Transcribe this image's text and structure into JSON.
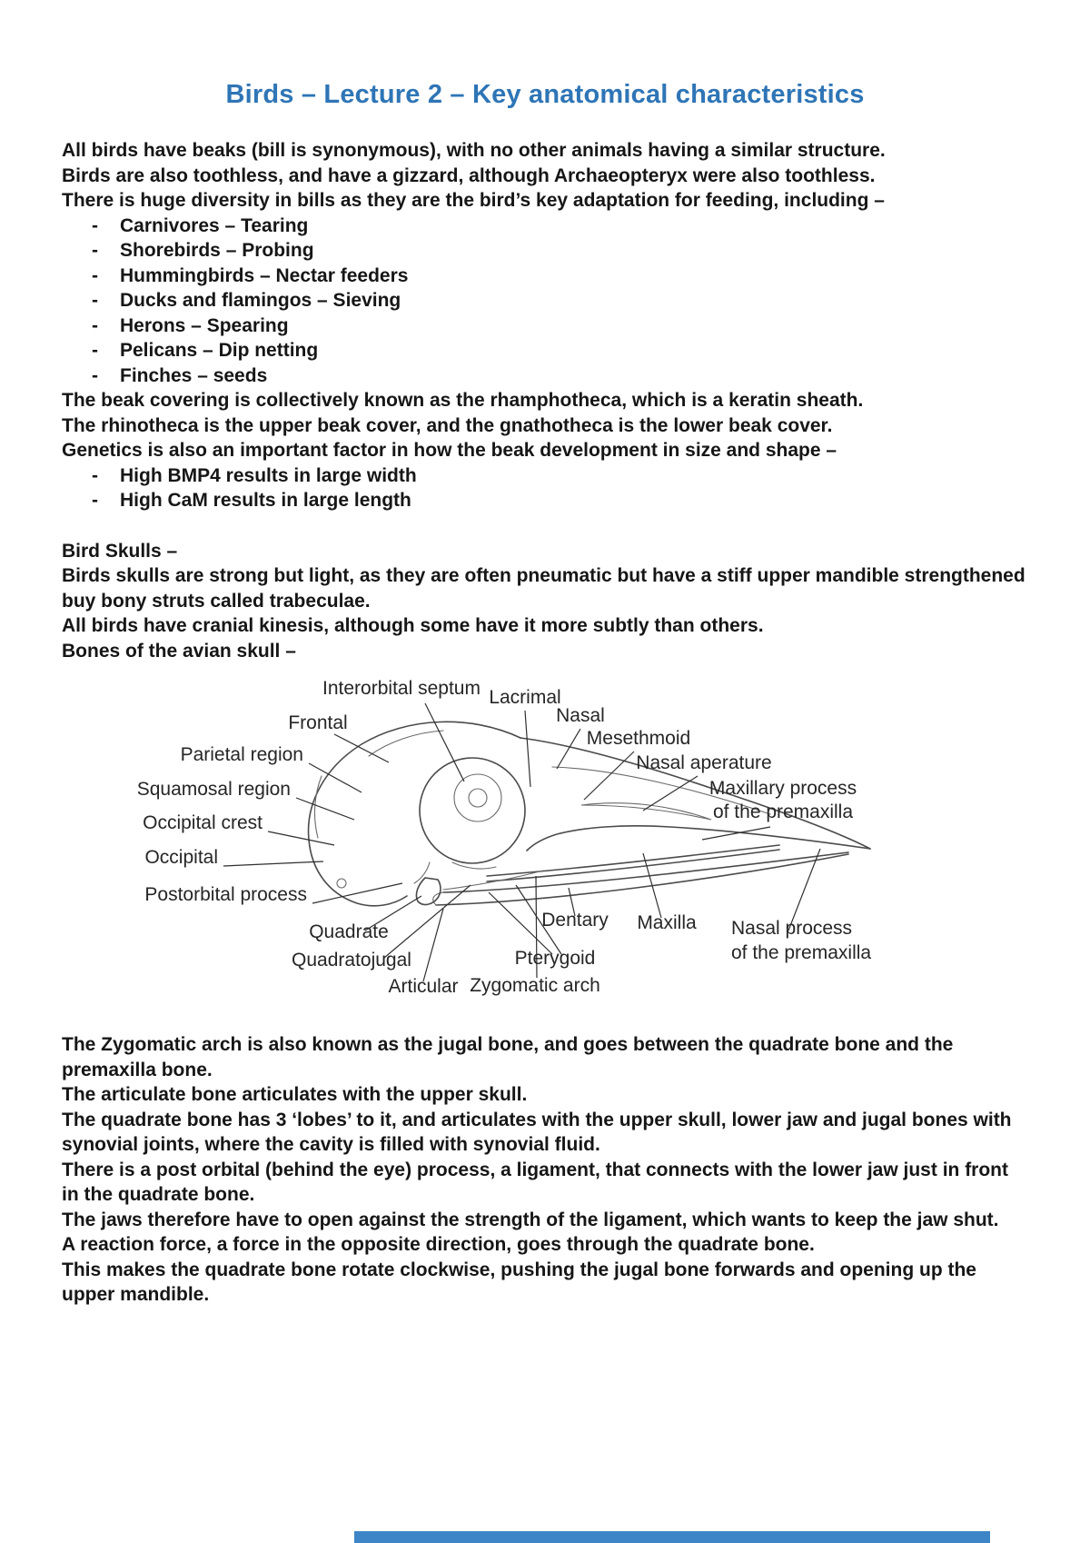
{
  "title": "Birds – Lecture 2 – Key anatomical characteristics",
  "colors": {
    "title_blue": "#2E75B6",
    "footer_bar_blue": "#3D85C6",
    "body_text": "#161616"
  },
  "intro": {
    "p1": "All birds have beaks (bill is synonymous), with no other animals having a similar structure.",
    "p2": "Birds are also toothless, and have a gizzard, although Archaeopteryx were also toothless.",
    "p3": "There is huge diversity in bills as they are the bird’s key adaptation for feeding, including –"
  },
  "bill_adaptations": [
    "Carnivores – Tearing",
    "Shorebirds – Probing",
    "Hummingbirds – Nectar feeders",
    "Ducks and flamingos – Sieving",
    "Herons – Spearing",
    "Pelicans – Dip netting",
    "Finches – seeds"
  ],
  "beak_covering": {
    "p1": "The beak covering is collectively known as the rhamphotheca, which is a keratin sheath.",
    "p2": "The rhinotheca is the upper beak cover, and the gnathotheca is the lower beak cover.",
    "p3": "Genetics is also an important factor in how the beak development in size and shape –"
  },
  "genetics_list": [
    "High BMP4 results in large width",
    "High CaM results in large length"
  ],
  "skulls": {
    "heading": "Bird Skulls –",
    "p1": "Birds skulls are strong but light, as they are often pneumatic but have a stiff upper mandible strengthened buy bony struts called trabeculae.",
    "p2": "All birds have cranial kinesis, although some have it more subtly than others.",
    "p3": "Bones of the avian skull –"
  },
  "diagram": {
    "labels": [
      "Interorbital septum",
      "Lacrimal",
      "Nasal",
      "Mesethmoid",
      "Nasal aperature",
      "Maxillary process",
      "of the premaxilla",
      "Frontal",
      "Parietal region",
      "Squamosal region",
      "Occipital crest",
      "Occipital",
      "Postorbital process",
      "Quadrate",
      "Quadratojugal",
      "Articular",
      "Pterygoid",
      "Zygomatic arch",
      "Dentary",
      "Maxilla",
      "Nasal process",
      "of the premaxilla"
    ]
  },
  "discussion": {
    "p1": "The Zygomatic arch is also known as the jugal bone, and goes between the quadrate bone and the premaxilla bone.",
    "p2": "The articulate bone articulates with the upper skull.",
    "p3": "The quadrate bone has 3 ‘lobes’ to it, and articulates with the upper skull, lower jaw and jugal bones with synovial joints, where the cavity is filled with synovial fluid.",
    "p4": "There is a post orbital (behind the eye) process, a ligament, that connects with the lower jaw just in front in the quadrate bone.",
    "p5": "The jaws therefore have to open against the strength of the ligament, which wants to keep the jaw shut.",
    "p6": "A reaction force, a force in the opposite direction, goes through the quadrate bone.",
    "p7": "This makes the quadrate bone rotate clockwise, pushing the jugal bone forwards and opening up the upper mandible."
  }
}
